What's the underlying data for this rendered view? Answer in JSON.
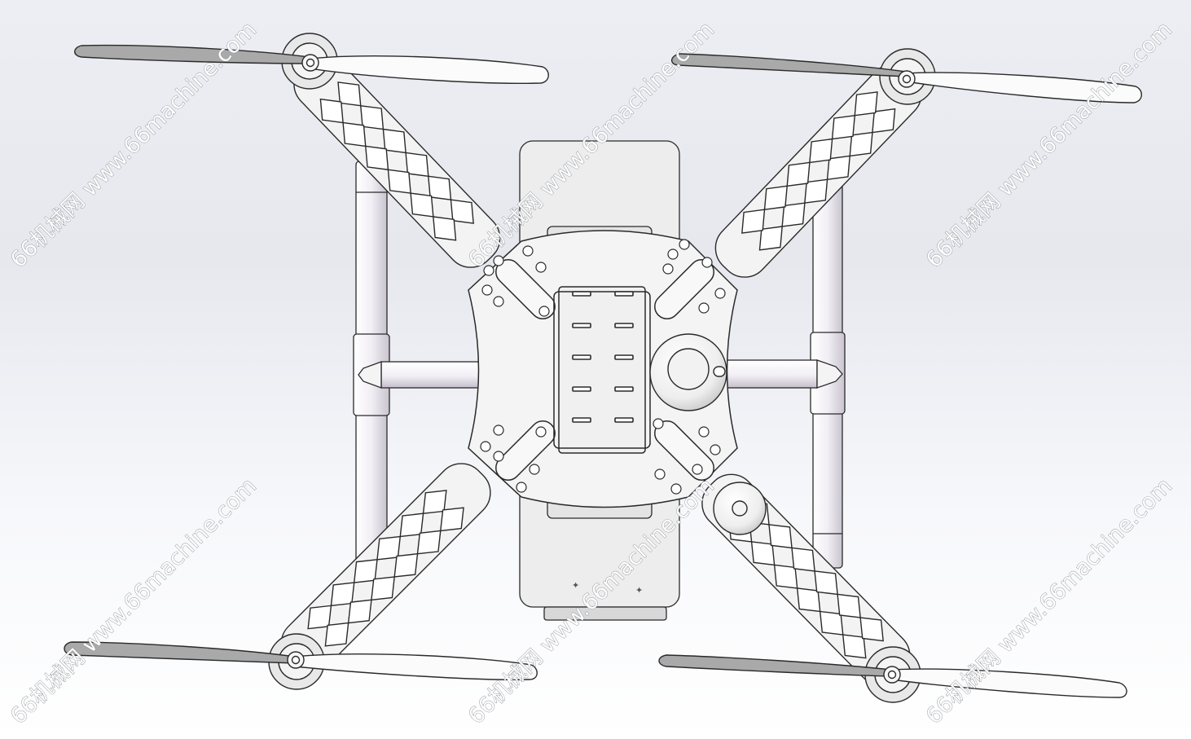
{
  "watermark": {
    "text": "66机械网 www.66machine.com"
  },
  "colors": {
    "frame": "#f2f2f2",
    "outline": "#2a2a2a",
    "blade_dark": "#a8a8a8",
    "blade_light": "#fafafa",
    "leg": "#eeeaf0"
  },
  "icons": [
    "quadcopter-frame",
    "propeller",
    "motor",
    "landing-gear",
    "battery-pack",
    "gps-mount"
  ]
}
